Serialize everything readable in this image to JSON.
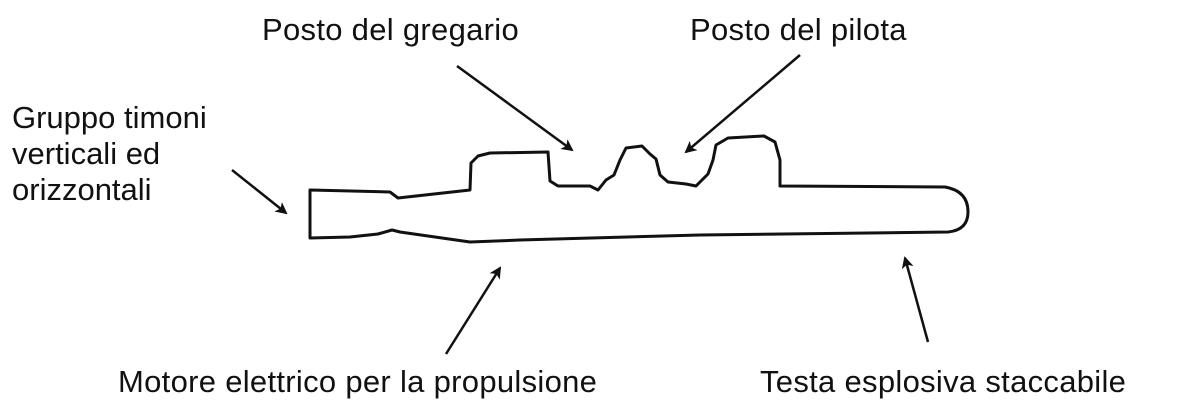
{
  "labels": {
    "gregario": "Posto del gregario",
    "pilota": "Posto del pilota",
    "timoni": [
      "Gruppo timoni",
      "verticali ed",
      "orizzontali"
    ],
    "motore": "Motore elettrico per la propulsione",
    "testa": "Testa esplosiva staccabile"
  },
  "colors": {
    "stroke": "#111111",
    "background": "#ffffff"
  }
}
